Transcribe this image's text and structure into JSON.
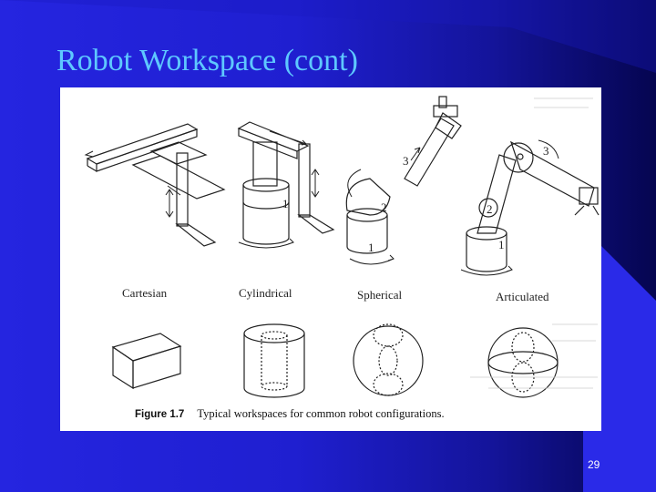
{
  "slide": {
    "title": "Robot Workspace (cont)",
    "page_number": "29"
  },
  "figure": {
    "configurations": [
      {
        "label": "Cartesian"
      },
      {
        "label": "Cylindrical"
      },
      {
        "label": "Spherical"
      },
      {
        "label": "Articulated"
      }
    ],
    "caption_number": "Figure 1.7",
    "caption_text": "Typical workspaces for common robot configurations.",
    "joint_numbers": [
      "1",
      "2",
      "3"
    ]
  },
  "colors": {
    "background": "#1f1fd0",
    "title": "#5ec8ff",
    "page_number": "#ffffff"
  }
}
